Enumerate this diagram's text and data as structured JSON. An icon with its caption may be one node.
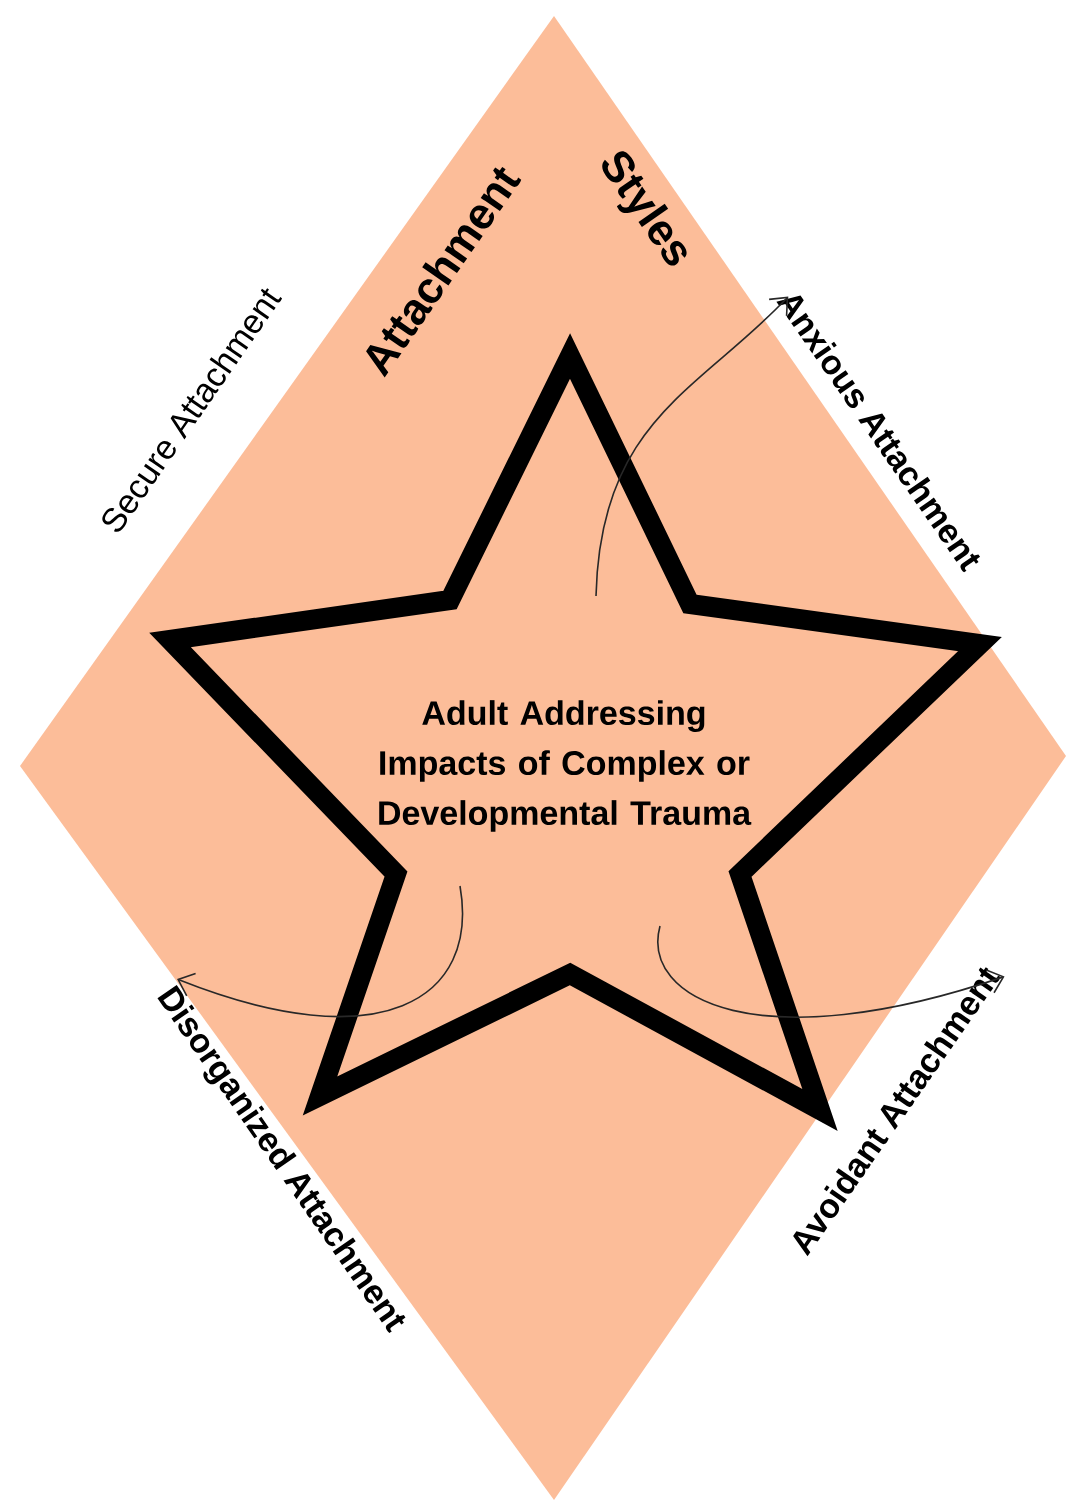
{
  "diagram": {
    "nodes": [
      {
        "text": [
          "Attachment",
          "Styles"
        ]
      },
      {
        "text": [
          "Adult Addressing Impacts of Complex or Developmental Trauma"
        ],
        "in": 0
      },
      {
        "text": [
          "Anxious Attachment"
        ]
      },
      {
        "text": [
          "Avoidant Attachment"
        ]
      },
      {
        "text": [
          "Disorganized Attachment"
        ]
      }
    ],
    "edges": [
      {
        "from": 1,
        "to": 2,
        "arrow": "to"
      },
      {
        "from": 1,
        "to": 3,
        "arrow": "to"
      },
      {
        "from": 1,
        "to": 4,
        "arrow": "to"
      }
    ],
    "labels": [
      "Secure Attachment"
    ]
  }
}
